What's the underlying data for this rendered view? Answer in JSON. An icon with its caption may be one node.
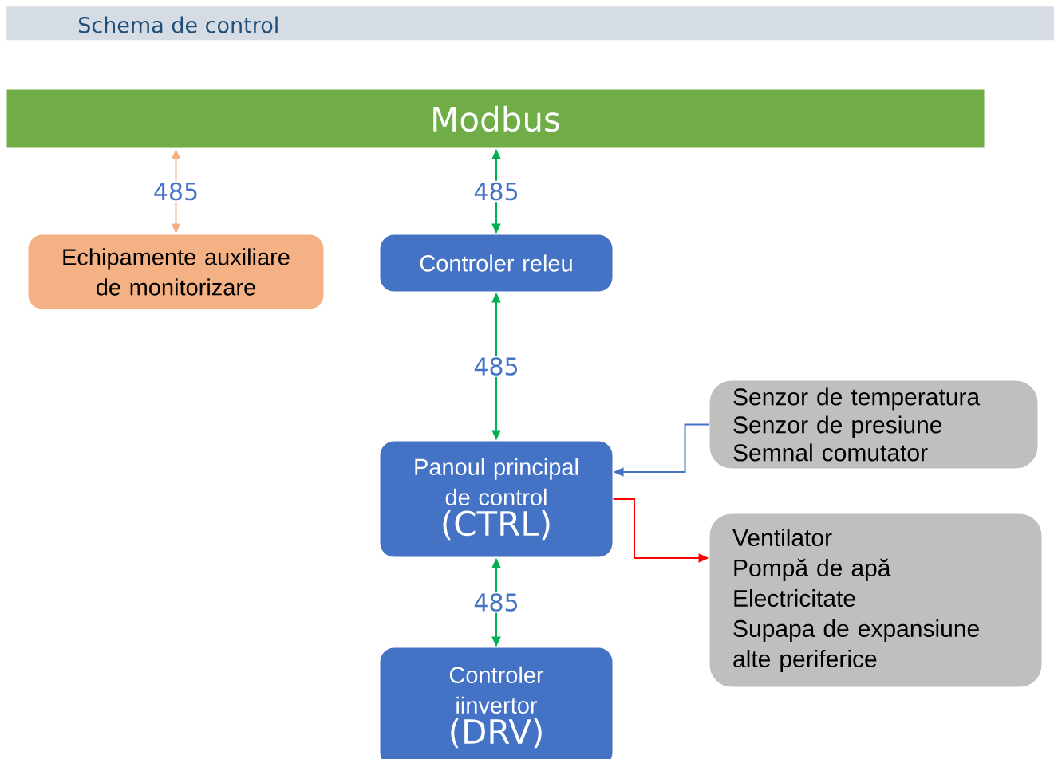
{
  "diagram": {
    "title": "Schema de control",
    "nodes": [
      {
        "text": [
          "Modbus"
        ]
      },
      {
        "text": [
          "Echipamente auxiliare de monitorizare"
        ]
      },
      {
        "text": [
          "Controler releu"
        ]
      },
      {
        "text": [
          "Panoul principal de control",
          "(CTRL)"
        ]
      },
      {
        "text": [
          "Controler iinvertor",
          "(DRV)"
        ]
      },
      {
        "text": [
          "Senzor de temperatura",
          "Senzor de presiune",
          "Semnal comutator"
        ]
      },
      {
        "text": [
          "Ventilator",
          "Pompă de apă",
          "Electricitate",
          "Supapa de expansiune",
          "alte periferice"
        ]
      }
    ],
    "edges": [
      {
        "from": 0,
        "to": 1,
        "arrow": "both",
        "label": "485",
        "color": "#f4b183"
      },
      {
        "from": 0,
        "to": 2,
        "arrow": "both",
        "label": "485"
      },
      {
        "from": 2,
        "to": 3,
        "arrow": "both",
        "label": "485"
      },
      {
        "from": 3,
        "to": 4,
        "arrow": "both",
        "label": "485"
      },
      {
        "from": 5,
        "to": 3,
        "arrow": "to",
        "color": "#4472c4"
      },
      {
        "from": 3,
        "to": 6,
        "arrow": "to",
        "color": "#ff0000"
      }
    ]
  }
}
